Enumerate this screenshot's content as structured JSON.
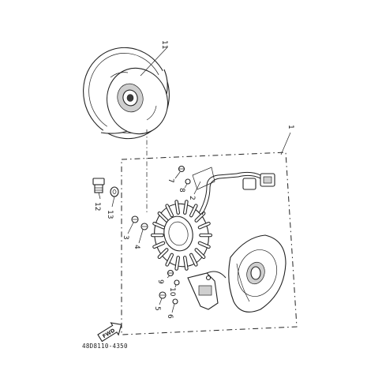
{
  "diagram": {
    "drawing_code": "48D8110-4350",
    "arrow_label": "FWD",
    "callouts": [
      "1",
      "2",
      "3",
      "4",
      "5",
      "6",
      "7",
      "8",
      "9",
      "10",
      "11",
      "12",
      "13"
    ]
  }
}
